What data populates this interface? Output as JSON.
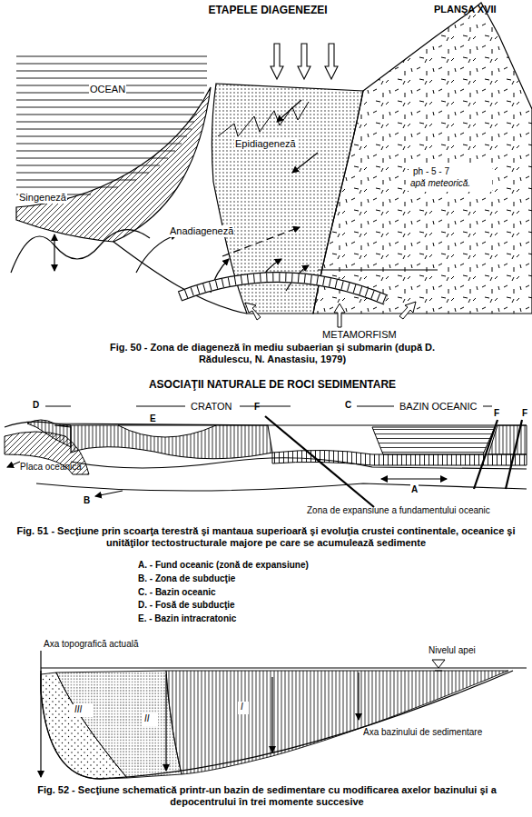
{
  "diagram": {
    "title": "ETAPELE DIAGENEZEI",
    "labels": [
      "PLANŞA XVII",
      "OCEAN",
      "Epidiageneză",
      "ph - 5 - 7",
      "apă meteorică.",
      "Singeneză",
      "Anadiageneză",
      "METAMORFISM",
      "Fig. 50 - Zona de diageneză în mediu subaerian şi submarin (după D. Rădulescu, N. Anastasiu, 1979)",
      "ASOCIAŢII NATURALE DE ROCI SEDIMENTARE",
      "D",
      "CRATON",
      "E",
      "F",
      "C",
      "BAZIN OCEANIC",
      "F",
      "F",
      "Placa oceanică",
      "B",
      "A",
      "Zona de expansiune a fundamentului oceanic",
      "Fig. 51 - Secţiune prin scoarţa terestră şi mantaua superioară şi evoluţia crustei continentale, oceanice şi unităţilor tectostructurale majore pe care se acumulează sedimente",
      "A. - Fund oceanic (zonă de expansiune)",
      "B. - Zona de subducţie",
      "C. - Bazin oceanic",
      "D. - Fosă de subducţie",
      "E. - Bazin intracratonic",
      "Axa topografică actuală",
      "Nivelul apei",
      "III",
      "II",
      "I",
      "Axa bazinului de sedimentare",
      "Fig. 52 - Secţiune schematică printr-un bazin de sedimentare cu modificarea axelor bazinului şi a depocentrului în trei momente succesive"
    ]
  }
}
